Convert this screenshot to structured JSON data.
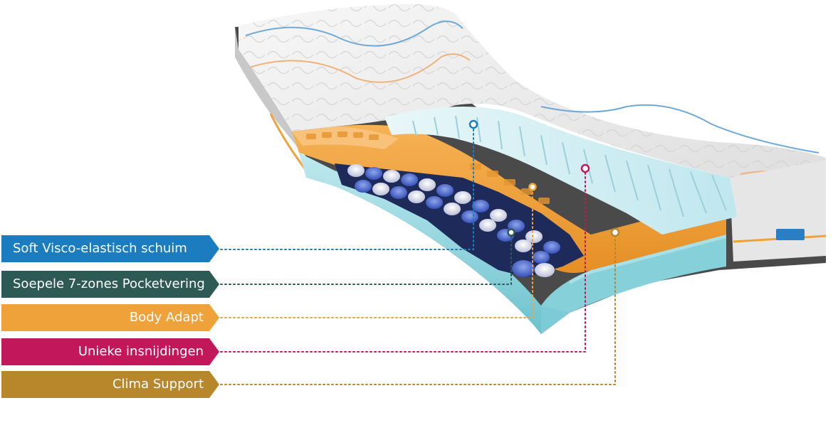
{
  "colors": {
    "blue": "#1b7dbf",
    "teal": "#2d5a55",
    "orange": "#f0a23a",
    "magenta": "#c2185b",
    "brown": "#b8862b",
    "foam_orange": "#f3a542",
    "foam_cyan": "#8fd3dc",
    "cover": "#eeeeee"
  },
  "labels": [
    {
      "text": "Soft Visco-elastisch schuim",
      "reg": "",
      "color": "blue",
      "align": "left"
    },
    {
      "text": "Soepele 7-zones Pocketvering",
      "reg": "",
      "color": "teal",
      "align": "left"
    },
    {
      "text": "Body Adapt",
      "reg": "®",
      "color": "orange",
      "align": "right"
    },
    {
      "text": "Unieke insnijdingen",
      "reg": "",
      "color": "magenta",
      "align": "right"
    },
    {
      "text": "Clima Support",
      "reg": "®",
      "color": "brown",
      "align": "right"
    }
  ]
}
